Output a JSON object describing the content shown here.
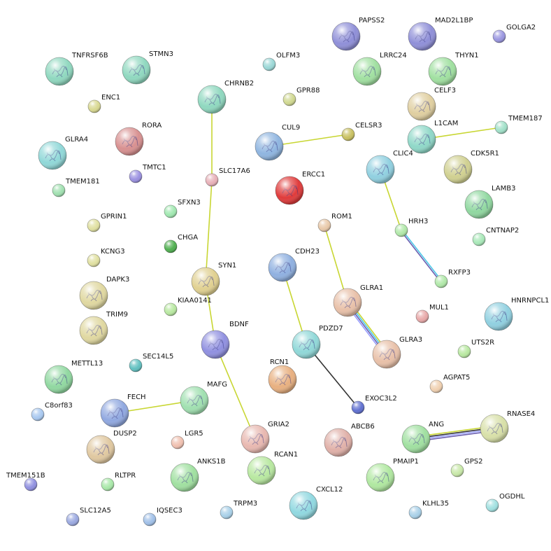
{
  "colors": {
    "edge_textmining": "#c8d632",
    "edge_coexpression": "#333333",
    "edge_database": "#4dc8e8",
    "edge_experiment": "#6b5fb0",
    "edge_homology": "#9aa0ff"
  },
  "nodes": [
    {
      "id": "TNFRSF6B",
      "label": "TNFRSF6B",
      "color": "#8fd8bf",
      "big": true
    },
    {
      "id": "STMN3",
      "label": "STMN3",
      "color": "#8fd8bf",
      "big": true
    },
    {
      "id": "OLFM3",
      "label": "OLFM3",
      "color": "#9ad7d6",
      "big": false
    },
    {
      "id": "PAPSS2",
      "label": "PAPSS2",
      "color": "#8f8fd8",
      "big": true
    },
    {
      "id": "MAD2L1BP",
      "label": "MAD2L1BP",
      "color": "#8f8fd8",
      "big": true
    },
    {
      "id": "GOLGA2",
      "label": "GOLGA2",
      "color": "#9a96e0",
      "big": false
    },
    {
      "id": "ENC1",
      "label": "ENC1",
      "color": "#d8d890",
      "big": false
    },
    {
      "id": "CHRNB2",
      "label": "CHRNB2",
      "color": "#8fd8bf",
      "big": true
    },
    {
      "id": "GPR88",
      "label": "GPR88",
      "color": "#d0d890",
      "big": false
    },
    {
      "id": "LRRC24",
      "label": "LRRC24",
      "color": "#a0e0a0",
      "big": true
    },
    {
      "id": "THYN1",
      "label": "THYN1",
      "color": "#a0e0a0",
      "big": true
    },
    {
      "id": "CELF3",
      "label": "CELF3",
      "color": "#e0cfa0",
      "big": true
    },
    {
      "id": "RORA",
      "label": "RORA",
      "color": "#d89090",
      "big": true
    },
    {
      "id": "CUL9",
      "label": "CUL9",
      "color": "#8fb5e0",
      "big": true
    },
    {
      "id": "CELSR3",
      "label": "CELSR3",
      "color": "#c8c060",
      "big": false
    },
    {
      "id": "L1CAM",
      "label": "L1CAM",
      "color": "#8fd8c8",
      "big": true
    },
    {
      "id": "TMEM187",
      "label": "TMEM187",
      "color": "#a0e0c8",
      "big": false
    },
    {
      "id": "GLRA4",
      "label": "GLRA4",
      "color": "#90d8d8",
      "big": true
    },
    {
      "id": "TMTC1",
      "label": "TMTC1",
      "color": "#9a90e0",
      "big": false
    },
    {
      "id": "SLC17A6",
      "label": "SLC17A6",
      "color": "#e8b0b8",
      "big": false
    },
    {
      "id": "ERCC1",
      "label": "ERCC1",
      "color": "#e03a3a",
      "big": true
    },
    {
      "id": "CLIC4",
      "label": "CLIC4",
      "color": "#90d0e0",
      "big": true
    },
    {
      "id": "CDK5R1",
      "label": "CDK5R1",
      "color": "#d0d090",
      "big": true
    },
    {
      "id": "TMEM181",
      "label": "TMEM181",
      "color": "#a0e0b0",
      "big": false
    },
    {
      "id": "LAMB3",
      "label": "LAMB3",
      "color": "#90d8a0",
      "big": true
    },
    {
      "id": "SFXN3",
      "label": "SFXN3",
      "color": "#a0e8b0",
      "big": false
    },
    {
      "id": "GPRIN1",
      "label": "GPRIN1",
      "color": "#e0e0a0",
      "big": false
    },
    {
      "id": "ROM1",
      "label": "ROM1",
      "color": "#e8c8a8",
      "big": false
    },
    {
      "id": "HRH3",
      "label": "HRH3",
      "color": "#b0e8a8",
      "big": false
    },
    {
      "id": "CNTNAP2",
      "label": "CNTNAP2",
      "color": "#a8e8b8",
      "big": false
    },
    {
      "id": "CHGA",
      "label": "CHGA",
      "color": "#50b050",
      "big": false
    },
    {
      "id": "KCNG3",
      "label": "KCNG3",
      "color": "#e0e0a0",
      "big": false
    },
    {
      "id": "SYN1",
      "label": "SYN1",
      "color": "#e0d090",
      "big": true
    },
    {
      "id": "CDH23",
      "label": "CDH23",
      "color": "#8fb0e0",
      "big": true
    },
    {
      "id": "RXFP3",
      "label": "RXFP3",
      "color": "#b0e8a8",
      "big": false
    },
    {
      "id": "DAPK3",
      "label": "DAPK3",
      "color": "#e0d8a0",
      "big": true
    },
    {
      "id": "GLRA1",
      "label": "GLRA1",
      "color": "#e8c0a8",
      "big": true
    },
    {
      "id": "KIAA0141",
      "label": "KIAA0141",
      "color": "#b8e8a0",
      "big": false
    },
    {
      "id": "HNRNPCL1",
      "label": "HNRNPCL1",
      "color": "#90d0e0",
      "big": true
    },
    {
      "id": "MUL1",
      "label": "MUL1",
      "color": "#e8a8a8",
      "big": false
    },
    {
      "id": "TRIM9",
      "label": "TRIM9",
      "color": "#e0d8a0",
      "big": true
    },
    {
      "id": "BDNF",
      "label": "BDNF",
      "color": "#9090e0",
      "big": true
    },
    {
      "id": "PDZD7",
      "label": "PDZD7",
      "color": "#90d8d8",
      "big": true
    },
    {
      "id": "GLRA3",
      "label": "GLRA3",
      "color": "#e8c0a8",
      "big": true
    },
    {
      "id": "UTS2R",
      "label": "UTS2R",
      "color": "#b8e8a0",
      "big": false
    },
    {
      "id": "SEC14L5",
      "label": "SEC14L5",
      "color": "#60c0c0",
      "big": false
    },
    {
      "id": "METTL13",
      "label": "METTL13",
      "color": "#90d8a0",
      "big": true
    },
    {
      "id": "RCN1",
      "label": "RCN1",
      "color": "#e8b080",
      "big": true
    },
    {
      "id": "AGPAT5",
      "label": "AGPAT5",
      "color": "#f0d0b0",
      "big": false
    },
    {
      "id": "FECH",
      "label": "FECH",
      "color": "#90a8e0",
      "big": true
    },
    {
      "id": "MAFG",
      "label": "MAFG",
      "color": "#a0e0b0",
      "big": true
    },
    {
      "id": "EXOC3L2",
      "label": "EXOC3L2",
      "color": "#6070d0",
      "big": false
    },
    {
      "id": "C8orf83",
      "label": "C8orf83",
      "color": "#a8c8f0",
      "big": false
    },
    {
      "id": "RNASE4",
      "label": "RNASE4",
      "color": "#d8e0a8",
      "big": true
    },
    {
      "id": "DUSP2",
      "label": "DUSP2",
      "color": "#e0c8a0",
      "big": true
    },
    {
      "id": "LGR5",
      "label": "LGR5",
      "color": "#f0c0b0",
      "big": false
    },
    {
      "id": "GRIA2",
      "label": "GRIA2",
      "color": "#e8b8b0",
      "big": true
    },
    {
      "id": "ABCB6",
      "label": "ABCB6",
      "color": "#e0b0a8",
      "big": true
    },
    {
      "id": "ANG",
      "label": "ANG",
      "color": "#a0e0a0",
      "big": true
    },
    {
      "id": "RCAN1",
      "label": "RCAN1",
      "color": "#b8e8a0",
      "big": true
    },
    {
      "id": "ANKS1B",
      "label": "ANKS1B",
      "color": "#a0e0a0",
      "big": true
    },
    {
      "id": "TMEM151B",
      "label": "TMEM151B",
      "color": "#9090e0",
      "big": false
    },
    {
      "id": "RLTPR",
      "label": "RLTPR",
      "color": "#a8e8a8",
      "big": false
    },
    {
      "id": "PMAIP1",
      "label": "PMAIP1",
      "color": "#b0e8a0",
      "big": true
    },
    {
      "id": "GPS2",
      "label": "GPS2",
      "color": "#c8e8a8",
      "big": false
    },
    {
      "id": "CXCL12",
      "label": "CXCL12",
      "color": "#90d8e0",
      "big": true
    },
    {
      "id": "OGDHL",
      "label": "OGDHL",
      "color": "#a0e0e0",
      "big": false
    },
    {
      "id": "KLHL35",
      "label": "KLHL35",
      "color": "#a8d0e8",
      "big": false
    },
    {
      "id": "TRPM3",
      "label": "TRPM3",
      "color": "#a8d0e8",
      "big": false
    },
    {
      "id": "SLC12A5",
      "label": "SLC12A5",
      "color": "#9aa8e0",
      "big": false
    },
    {
      "id": "IQSEC3",
      "label": "IQSEC3",
      "color": "#a0c0e8",
      "big": false
    }
  ],
  "edges": [
    {
      "from": "CHRNB2",
      "to": "SLC17A6",
      "types": [
        "textmining"
      ]
    },
    {
      "from": "SLC17A6",
      "to": "SYN1",
      "types": [
        "textmining"
      ]
    },
    {
      "from": "SYN1",
      "to": "BDNF",
      "types": [
        "textmining"
      ]
    },
    {
      "from": "BDNF",
      "to": "GRIA2",
      "types": [
        "textmining"
      ]
    },
    {
      "from": "CUL9",
      "to": "CELSR3",
      "types": [
        "textmining"
      ]
    },
    {
      "from": "L1CAM",
      "to": "TMEM187",
      "types": [
        "textmining"
      ]
    },
    {
      "from": "CLIC4",
      "to": "HRH3",
      "types": [
        "textmining"
      ]
    },
    {
      "from": "HRH3",
      "to": "RXFP3",
      "types": [
        "database",
        "experiment"
      ]
    },
    {
      "from": "ROM1",
      "to": "GLRA1",
      "types": [
        "textmining"
      ]
    },
    {
      "from": "GLRA1",
      "to": "GLRA3",
      "types": [
        "textmining",
        "database",
        "experiment",
        "homology"
      ]
    },
    {
      "from": "CDH23",
      "to": "PDZD7",
      "types": [
        "textmining"
      ]
    },
    {
      "from": "PDZD7",
      "to": "EXOC3L2",
      "types": [
        "coexpression"
      ]
    },
    {
      "from": "FECH",
      "to": "MAFG",
      "types": [
        "textmining"
      ]
    },
    {
      "from": "ANG",
      "to": "RNASE4",
      "types": [
        "textmining",
        "coexpression",
        "homology",
        "experiment"
      ]
    }
  ]
}
